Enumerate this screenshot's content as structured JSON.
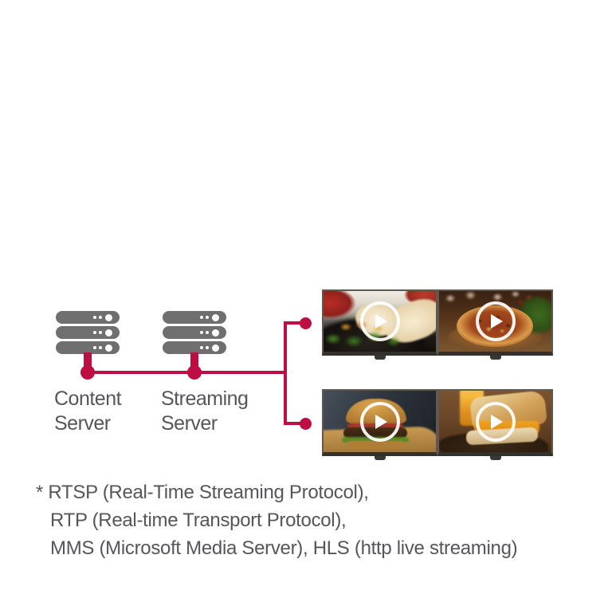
{
  "diagram": {
    "servers": [
      {
        "id": "content-server",
        "label": "Content Server",
        "icon": "server-stack-icon"
      },
      {
        "id": "streaming-server",
        "label": "Streaming Server",
        "icon": "server-stack-icon"
      }
    ],
    "displays": {
      "rows": [
        {
          "screens": [
            {
              "name": "fajita-wrap-video",
              "icon": "play-icon"
            },
            {
              "name": "pizza-video",
              "icon": "play-icon"
            }
          ]
        },
        {
          "screens": [
            {
              "name": "burger-video",
              "icon": "play-icon"
            },
            {
              "name": "grilled-cheese-video",
              "icon": "play-icon"
            }
          ]
        }
      ]
    }
  },
  "footnote": {
    "lines": [
      "* RTSP (Real-Time Streaming Protocol),",
      "RTP (Real-time Transport Protocol),",
      "MMS (Microsoft Media Server), HLS (http live streaming)"
    ]
  },
  "colors": {
    "accent_red": "#be0d43",
    "server_gray": "#6f6f6f",
    "text_gray": "#55565a",
    "bezel_gray": "#5f5952"
  }
}
